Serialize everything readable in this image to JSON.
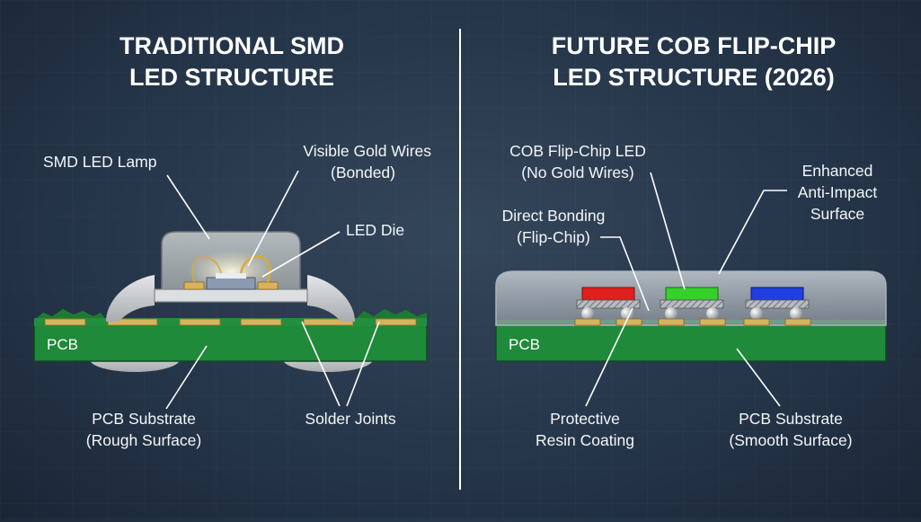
{
  "left_panel": {
    "title_line1": "TRADITIONAL SMD",
    "title_line2": "LED STRUCTURE",
    "labels": {
      "smd_lamp": "SMD LED Lamp",
      "gold_wires_line1": "Visible Gold Wires",
      "gold_wires_line2": "(Bonded)",
      "led_die": "LED Die",
      "pcb": "PCB",
      "substrate_line1": "PCB Substrate",
      "substrate_line2": "(Rough Surface)",
      "solder": "Solder Joints"
    }
  },
  "right_panel": {
    "title_line1": "FUTURE COB FLIP-CHIP",
    "title_line2": "LED STRUCTURE (2026)",
    "labels": {
      "cob_line1": "COB Flip-Chip LED",
      "cob_line2": "(No Gold Wires)",
      "anti_line1": "Enhanced",
      "anti_line2": "Anti-Impact",
      "anti_line3": "Surface",
      "direct_line1": "Direct Bonding",
      "direct_line2": "(Flip-Chip)",
      "pcb": "PCB",
      "resin_line1": "Protective",
      "resin_line2": "Resin Coating",
      "substrate_line1": "PCB Substrate",
      "substrate_line2": "(Smooth Surface)"
    }
  },
  "colors": {
    "pcb_green": "#1f8a3a",
    "gold_pad": "#d9b25c",
    "solder_gray": "#c9ccd0",
    "chip_red": "#e0201c",
    "chip_green": "#35d02a",
    "chip_blue": "#1f3fe0"
  }
}
